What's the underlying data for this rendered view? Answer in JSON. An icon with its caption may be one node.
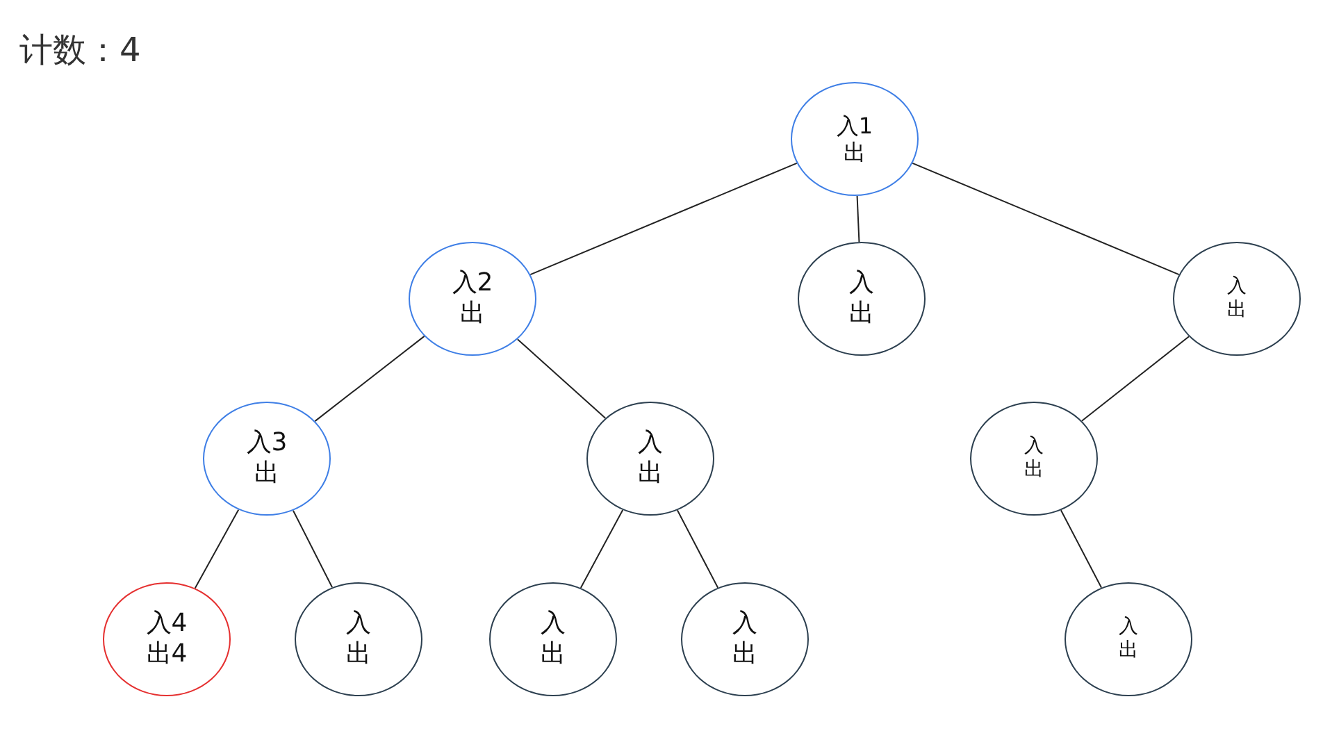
{
  "diagram": {
    "title": "计数：4",
    "nodes": [
      {
        "text": [
          "入1",
          "出"
        ]
      },
      {
        "text": [
          "入2",
          "出"
        ]
      },
      {
        "text": [
          "入",
          "出"
        ]
      },
      {
        "text": [
          "入",
          "出"
        ]
      },
      {
        "text": [
          "入3",
          "出"
        ]
      },
      {
        "text": [
          "入",
          "出"
        ]
      },
      {
        "text": [
          "入",
          "出"
        ]
      },
      {
        "text": [
          "入4",
          "出4"
        ]
      },
      {
        "text": [
          "入",
          "出"
        ]
      },
      {
        "text": [
          "入",
          "出"
        ]
      },
      {
        "text": [
          "入",
          "出"
        ]
      },
      {
        "text": [
          "入",
          "出"
        ]
      }
    ],
    "edges": [
      {
        "from": 0,
        "to": 1,
        "arrow": "none"
      },
      {
        "from": 0,
        "to": 2,
        "arrow": "none"
      },
      {
        "from": 0,
        "to": 3,
        "arrow": "none"
      },
      {
        "from": 1,
        "to": 4,
        "arrow": "none"
      },
      {
        "from": 1,
        "to": 5,
        "arrow": "none"
      },
      {
        "from": 3,
        "to": 6,
        "arrow": "none"
      },
      {
        "from": 4,
        "to": 7,
        "arrow": "none"
      },
      {
        "from": 4,
        "to": 8,
        "arrow": "none"
      },
      {
        "from": 5,
        "to": 9,
        "arrow": "none"
      },
      {
        "from": 5,
        "to": 10,
        "arrow": "none"
      },
      {
        "from": 6,
        "to": 11,
        "arrow": "none"
      }
    ]
  }
}
